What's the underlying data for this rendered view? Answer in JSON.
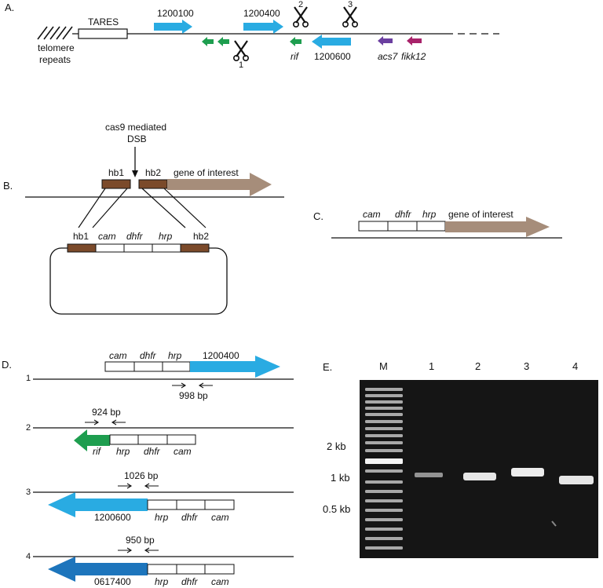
{
  "colors": {
    "blue": "#29ABE2",
    "dark_blue": "#1D75BC",
    "green": "#1E9E4F",
    "purple": "#6B3FA0",
    "magenta": "#A8226A",
    "brown": "#7B4A2A",
    "taupe": "#A68D7A",
    "gel_bg": "#151515"
  },
  "panel_a": {
    "label": "A.",
    "tares": "TARES",
    "telomere": [
      "telomere",
      "repeats"
    ],
    "genes": {
      "g1": "1200100",
      "g2": "1200400",
      "g3": "1200600",
      "rif": "rif",
      "acs7": "acs7",
      "fikk12": "fikk12"
    },
    "scissors": [
      "1",
      "2",
      "3"
    ]
  },
  "panel_b": {
    "label": "B.",
    "cas9": [
      "cas9 mediated",
      "DSB"
    ],
    "hb1": "hb1",
    "hb2": "hb2",
    "goi": "gene of interest",
    "cassette": [
      "cam",
      "dhfr",
      "hrp"
    ]
  },
  "panel_c": {
    "label": "C.",
    "cassette": [
      "cam",
      "dhfr",
      "hrp"
    ],
    "goi": "gene of interest"
  },
  "panel_d": {
    "label": "D.",
    "constructs": [
      {
        "num": "1",
        "gene": "1200400",
        "product": "998 bp",
        "boxes": [
          "cam",
          "dhfr",
          "hrp"
        ]
      },
      {
        "num": "2",
        "gene": "rif",
        "product": "924 bp",
        "boxes": [
          "hrp",
          "dhfr",
          "cam"
        ]
      },
      {
        "num": "3",
        "gene": "1200600",
        "product": "1026 bp",
        "boxes": [
          "hrp",
          "dhfr",
          "cam"
        ]
      },
      {
        "num": "4",
        "gene": "0617400",
        "product": "950 bp",
        "boxes": [
          "hrp",
          "dhfr",
          "cam"
        ]
      }
    ]
  },
  "panel_e": {
    "label": "E.",
    "lanes": [
      "M",
      "1",
      "2",
      "3",
      "4"
    ],
    "size_labels": [
      "2 kb",
      "1 kb",
      "0.5 kb"
    ]
  }
}
